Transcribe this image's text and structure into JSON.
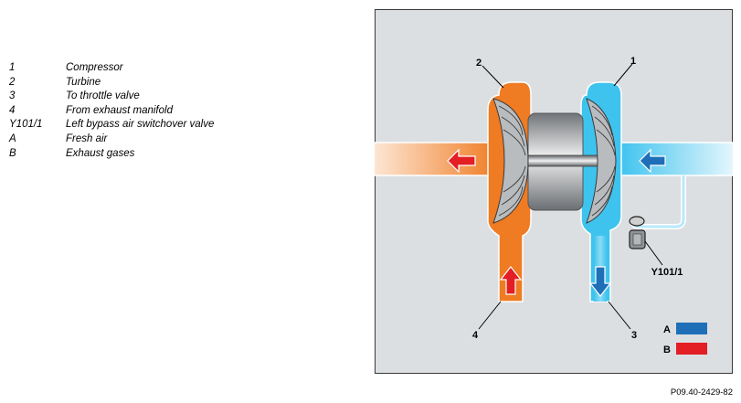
{
  "legend": {
    "items": [
      {
        "key": "1",
        "label": "Compressor"
      },
      {
        "key": "2",
        "label": "Turbine"
      },
      {
        "key": "3",
        "label": "To throttle valve"
      },
      {
        "key": "4",
        "label": "From exhaust manifold"
      },
      {
        "key": "Y101/1",
        "label": "Left bypass air switchover valve"
      },
      {
        "key": "A",
        "label": "Fresh air"
      },
      {
        "key": "B",
        "label": "Exhaust gases"
      }
    ]
  },
  "diagram": {
    "callouts": {
      "compressor": "1",
      "turbine": "2",
      "throttle_valve_outlet": "3",
      "exhaust_manifold_inlet": "4",
      "bypass_valve": "Y101/1"
    },
    "key": {
      "fresh_air_label": "A",
      "fresh_air_color": "#1e6fb8",
      "exhaust_label": "B",
      "exhaust_color": "#e31e24"
    },
    "colors": {
      "background": "#dcdfe2",
      "compressor_housing": "#3ec3ee",
      "turbine_housing": "#ef7b22",
      "fresh_air_arrow": "#1e6fb8",
      "exhaust_arrow": "#e31e24"
    }
  },
  "reference_code": "P09.40-2429-82"
}
